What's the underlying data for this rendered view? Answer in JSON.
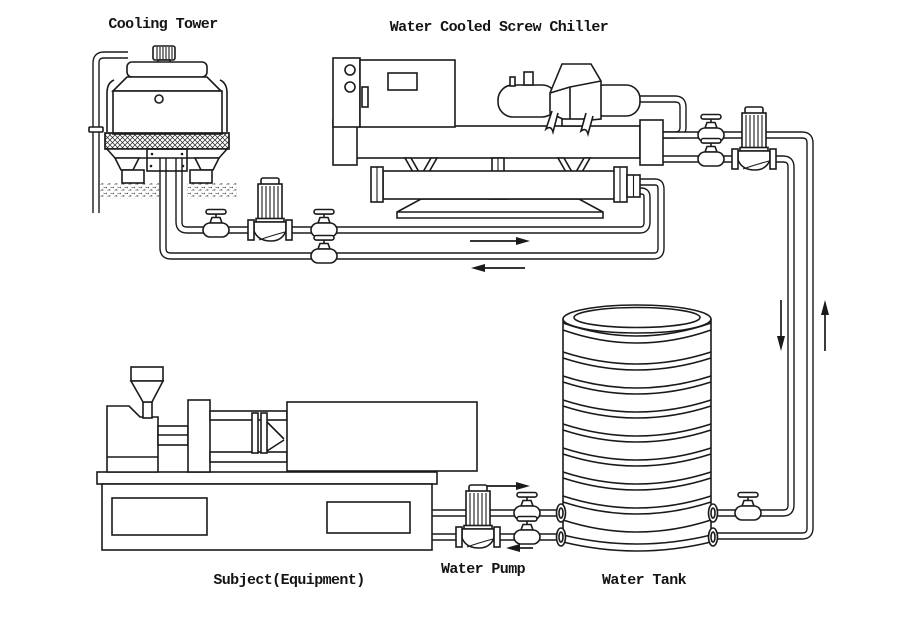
{
  "page": {
    "title": "Water cooled screw chiller system diagram",
    "background": "#ffffff",
    "line_color": "#1a1a1a"
  },
  "labels": {
    "cooling_tower": "Cooling Tower",
    "chiller": "Water Cooled Screw Chiller",
    "subject": "Subject(Equipment)",
    "water_pump": "Water Pump",
    "water_tank": "Water Tank"
  },
  "diagram": {
    "components": [
      "cooling tower with fan motor and mesh band",
      "water cooled screw chiller with control cabinet, compressor, condenser shell and evaporator shell",
      "injection molding machine (subject equipment) with hopper",
      "vertical inline water pumps (3)",
      "gate valves (8)",
      "cylindrical ribbed water tank with four flanged ports"
    ],
    "pump_count": 3,
    "valve_count": 8,
    "flow_arrows": [
      {
        "location": "upper pipe between tower and chiller",
        "direction": "right"
      },
      {
        "location": "lower pipe between tower and chiller",
        "direction": "left"
      },
      {
        "location": "inner riser to tank",
        "direction": "down"
      },
      {
        "location": "outer riser from tank",
        "direction": "up"
      },
      {
        "location": "pipe from equipment to tank",
        "direction": "right"
      },
      {
        "location": "return pipe from tank to equipment",
        "direction": "left"
      }
    ]
  }
}
